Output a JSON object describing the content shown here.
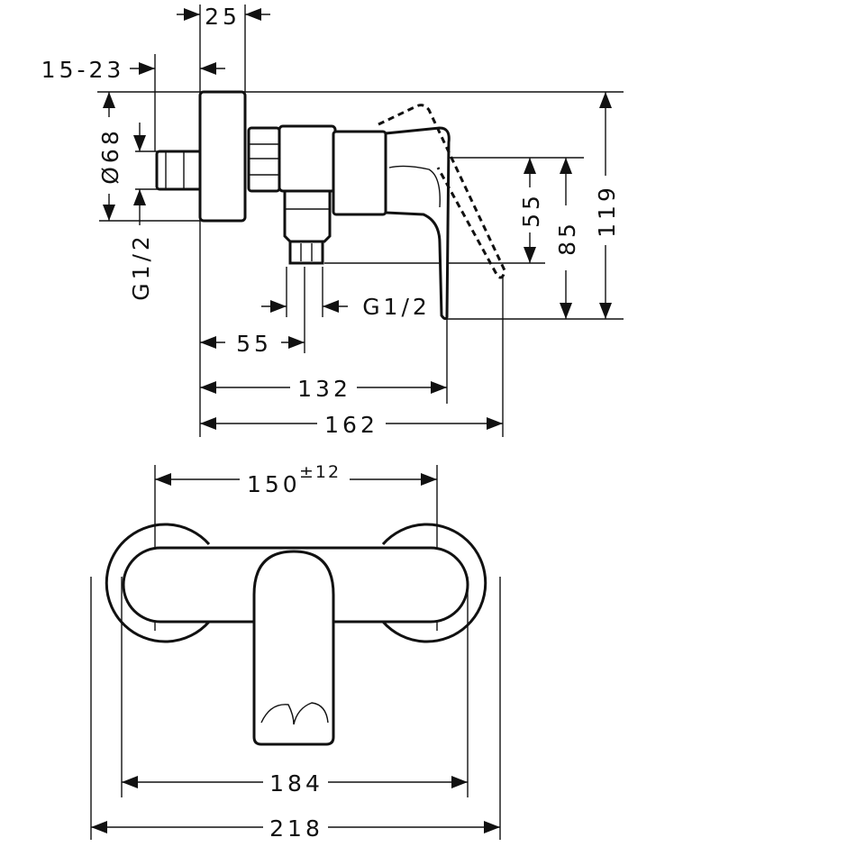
{
  "side_view": {
    "dim_top": "25",
    "dim_offset": "15-23",
    "dim_diameter": "Ø68",
    "thread_left": "G1/2",
    "thread_bottom": "G1/2",
    "dim_55_vertical": "55",
    "dim_85": "85",
    "dim_119": "119",
    "dim_55_horizontal": "55",
    "dim_132": "132",
    "dim_162": "162"
  },
  "front_view": {
    "dim_spacing": "150",
    "dim_spacing_tol": "±12",
    "dim_184": "184",
    "dim_218": "218"
  }
}
